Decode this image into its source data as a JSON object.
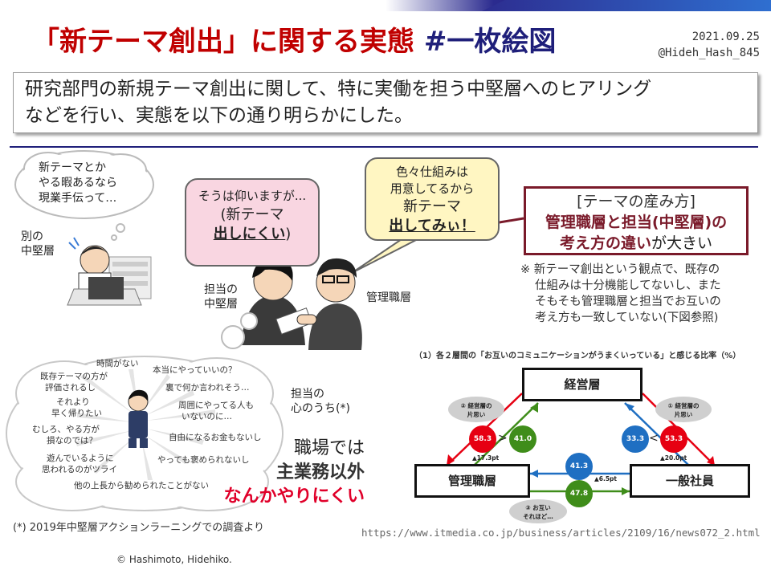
{
  "header": {
    "title_main": "「新テーマ創出」に関する実態 ",
    "title_hash": "#一枚絵図",
    "date": "2021.09.25",
    "handle": "@Hideh_Hash_845"
  },
  "summary": {
    "line1": "研究部門の新規テーマ創出に関して、特に実働を担う中堅層へのヒアリング",
    "line2": "などを行い、実態を以下の通り明らかにした。"
  },
  "scene": {
    "other_cloud": [
      "新テーマとか",
      "やる暇あるなら",
      "現業手伝って…"
    ],
    "other_label": [
      "別の",
      "中堅層"
    ],
    "tanto_bubble": {
      "line1": "そうは仰いますが...",
      "line2": "(新テーマ",
      "line3_em": "出しにくい",
      "line3_close": ")"
    },
    "manager_bubble": {
      "line1": "色々仕組みは",
      "line2": "用意してるから",
      "line3": "新テーマ",
      "line4_em": "出してみぃ！"
    },
    "tanto_label": [
      "担当の",
      "中堅層"
    ],
    "manager_label": "管理職層"
  },
  "way_box": {
    "heading": "[テーマの産み方]",
    "line2": "管理職層と担当(中堅層)の",
    "line3_em": "考え方の違い",
    "line3_rest": "が大きい"
  },
  "note": [
    "※ 新テーマ創出という観点で、既存の",
    "仕組みは十分機能してないし、また",
    "そもそも管理職層と担当でお互いの",
    "考え方も一致していない(下図参照)"
  ],
  "thoughts": {
    "items": [
      "時間がない",
      "本当にやっていいの？",
      "既存テーマの方が",
      "評価されるし",
      "裏で何か言われそう…",
      "それより",
      "早く帰りたい",
      "周囲にやってる人も",
      "いないのに…",
      "むしろ、やる方が",
      "損なのでは？",
      "自由になるお金もないし",
      "遊んでいるように",
      "思われるのがツライ",
      "やっても褒められないし",
      "他の上長から勧められたことがない"
    ],
    "label": [
      "担当の",
      "心のうち(*)"
    ],
    "shokuba_line1": "職場では",
    "shokuba_line2": "主業務以外",
    "shokuba_line3": "なんかやりにくい"
  },
  "figure": {
    "title": "（1）各２層間の「お互いのコミュニケーションがうまくいっている」と感じる比率（%）",
    "nodes": {
      "top": "経営層",
      "left": "管理職層",
      "right": "一般社員"
    },
    "values": {
      "left_red": "58.3",
      "left_green": "41.0",
      "right_blue": "33.3",
      "right_red": "53.3",
      "bottom_blue": "41.3",
      "bottom_green": "47.8"
    },
    "marks": {
      "lt": ">",
      "rt": "<",
      "delta_left": "▲17.3pt",
      "delta_right": "▲20.0pt",
      "delta_bottom": "▲6.5pt"
    },
    "bubbles": {
      "b2": [
        "② 経営層の",
        "片思い"
      ],
      "b1": [
        "① 経営層の",
        "片思い"
      ],
      "b3": [
        "③ お互い",
        "それほど…"
      ]
    }
  },
  "footer": {
    "footnote": "(*) 2019年中堅層アクションラーニングでの調査より",
    "url": "https://www.itmedia.co.jp/business/articles/2109/16/news072_2.html",
    "copyright": "© Hashimoto, Hidehiko."
  },
  "colors": {
    "title_red": "#c00000",
    "navy": "#1f1f7a",
    "box_border": "#7a1a2a",
    "pink": "#f9d6e1",
    "yellow": "#fff6c2"
  }
}
